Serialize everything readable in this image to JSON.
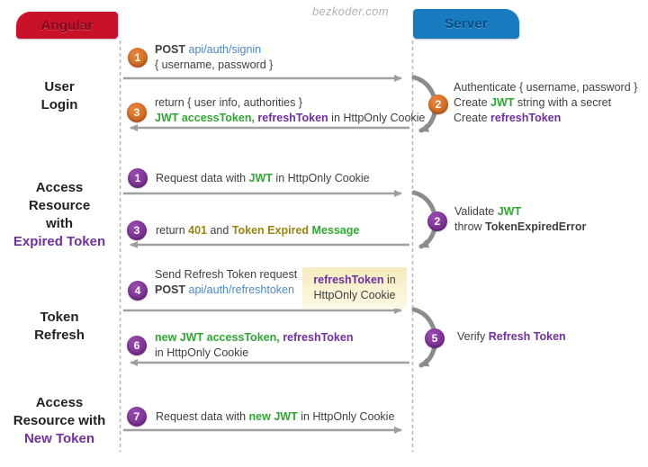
{
  "watermark": "bezkoder.com",
  "actors": {
    "client": {
      "label": "Angular"
    },
    "server": {
      "label": "Server"
    }
  },
  "palette": {
    "client_badge": "#c9122a",
    "server_badge": "#187bc0",
    "orange_step": "#ce6014",
    "purple_step": "#7a2c8f",
    "green_token": "#2fa832",
    "purple_token": "#7030a0",
    "blue_endpoint": "#4d88c8",
    "olive_status": "#9c8412",
    "arrow_gray": "#9e9e9e",
    "note_bg": "#f6ecbe"
  },
  "sections": [
    {
      "id": "user-login",
      "label": [
        [
          {
            "t": "User",
            "c": "black"
          }
        ],
        [
          {
            "t": "Login",
            "c": "black"
          }
        ]
      ]
    },
    {
      "id": "access-resource-expired-token",
      "label": [
        [
          {
            "t": "Access",
            "c": "black"
          }
        ],
        [
          {
            "t": "Resource",
            "c": "black"
          }
        ],
        [
          {
            "t": "with",
            "c": "black"
          }
        ],
        [
          {
            "t": "Expired Token",
            "c": "purple"
          }
        ]
      ]
    },
    {
      "id": "token-refresh",
      "label": [
        [
          {
            "t": "Token",
            "c": "black"
          }
        ],
        [
          {
            "t": "Refresh",
            "c": "black"
          }
        ]
      ]
    },
    {
      "id": "access-resource-new-token",
      "label": [
        [
          {
            "t": "Access",
            "c": "black"
          }
        ],
        [
          {
            "t": "Resource with",
            "c": "black"
          }
        ],
        [
          {
            "t": "New Token",
            "c": "purple"
          }
        ]
      ]
    }
  ],
  "messages": {
    "login_request": {
      "num": "1",
      "lines": [
        [
          {
            "t": "POST ",
            "c": "bold"
          },
          {
            "t": "api/auth/signin",
            "c": "blue"
          }
        ],
        [
          {
            "t": "{ username, password }",
            "c": "dark"
          }
        ]
      ]
    },
    "login_server": {
      "num": "2",
      "lines": [
        [
          {
            "t": "Authenticate { username, password }",
            "c": "dark"
          }
        ],
        [
          {
            "t": "Create ",
            "c": "dark"
          },
          {
            "t": "JWT",
            "c": "green"
          },
          {
            "t": " string with a secret",
            "c": "dark"
          }
        ],
        [
          {
            "t": "Create ",
            "c": "dark"
          },
          {
            "t": "refreshToken",
            "c": "purple"
          }
        ]
      ]
    },
    "login_response": {
      "num": "3",
      "lines": [
        [
          {
            "t": "return { user info, authorities }",
            "c": "dark"
          }
        ],
        [
          {
            "t": "JWT accessToken,",
            "c": "green"
          },
          {
            "t": " refreshToken",
            "c": "purple"
          },
          {
            "t": " in HttpOnly Cookie",
            "c": "dark"
          }
        ]
      ]
    },
    "access_request": {
      "num": "1",
      "lines": [
        [
          {
            "t": "Request data with ",
            "c": "dark"
          },
          {
            "t": "JWT",
            "c": "green"
          },
          {
            "t": " in HttpOnly Cookie",
            "c": "dark"
          }
        ]
      ]
    },
    "access_server": {
      "num": "2",
      "lines": [
        [
          {
            "t": "Validate ",
            "c": "dark"
          },
          {
            "t": "JWT",
            "c": "green"
          }
        ],
        [
          {
            "t": "throw ",
            "c": "dark"
          },
          {
            "t": "TokenExpiredError",
            "c": "bold"
          }
        ]
      ]
    },
    "access_response": {
      "num": "3",
      "lines": [
        [
          {
            "t": "return ",
            "c": "dark"
          },
          {
            "t": "401",
            "c": "olive"
          },
          {
            "t": " and ",
            "c": "dark"
          },
          {
            "t": "Token Expired",
            "c": "olive"
          },
          {
            "t": " ",
            "c": "dark"
          },
          {
            "t": "Message",
            "c": "green"
          }
        ]
      ]
    },
    "refresh_request": {
      "num": "4",
      "lines": [
        [
          {
            "t": "Send Refresh Token request",
            "c": "dark"
          }
        ],
        [
          {
            "t": "POST ",
            "c": "bold"
          },
          {
            "t": "api/auth/refreshtoken",
            "c": "blue"
          }
        ]
      ]
    },
    "refresh_server": {
      "num": "5",
      "lines": [
        [
          {
            "t": "Verify ",
            "c": "dark"
          },
          {
            "t": "Refresh Token",
            "c": "purple"
          }
        ]
      ]
    },
    "refresh_response": {
      "num": "6",
      "lines": [
        [
          {
            "t": "new JWT accessToken,",
            "c": "green"
          },
          {
            "t": " refreshToken",
            "c": "purple"
          }
        ],
        [
          {
            "t": "in HttpOnly Cookie",
            "c": "dark"
          }
        ]
      ]
    },
    "newtoken_request": {
      "num": "7",
      "lines": [
        [
          {
            "t": "Request data with ",
            "c": "dark"
          },
          {
            "t": "new JWT",
            "c": "green"
          },
          {
            "t": " in HttpOnly Cookie",
            "c": "dark"
          }
        ]
      ]
    }
  },
  "note": {
    "lines": [
      [
        {
          "t": "refreshToken",
          "c": "purple"
        },
        {
          "t": " in",
          "c": "dark"
        }
      ],
      [
        {
          "t": "HttpOnly Cookie",
          "c": "dark"
        }
      ]
    ]
  }
}
